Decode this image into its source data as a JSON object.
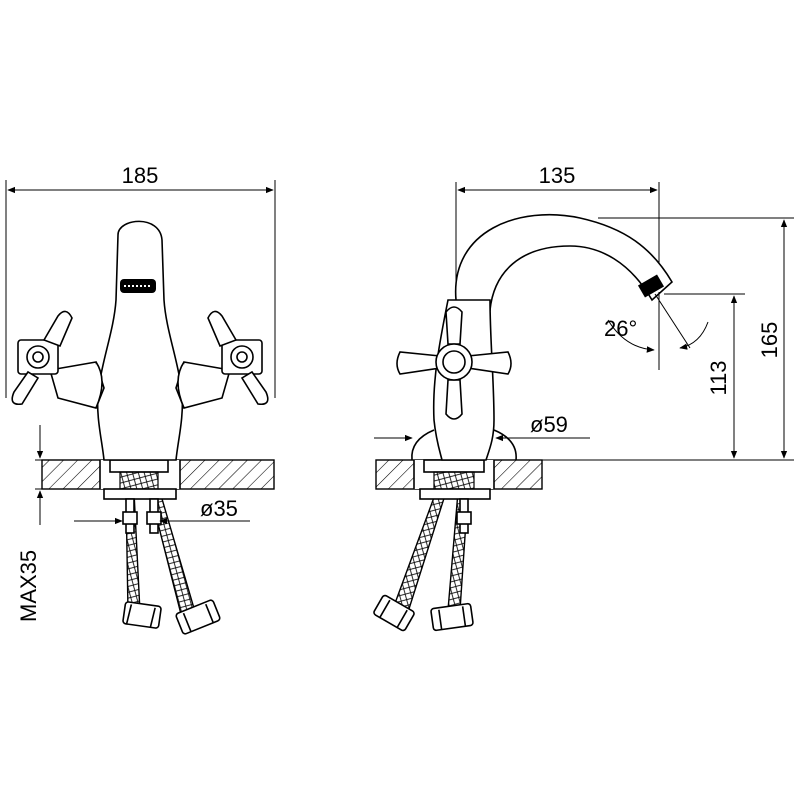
{
  "dimensions": {
    "front_width": "185",
    "side_width": "135",
    "total_height": "165",
    "spout_height": "113",
    "spout_angle": "26°",
    "base_diameter": "ø59",
    "shank_diameter": "ø35",
    "max_counter_thickness": "MAX35"
  },
  "colors": {
    "line": "#000000",
    "background": "#ffffff"
  }
}
